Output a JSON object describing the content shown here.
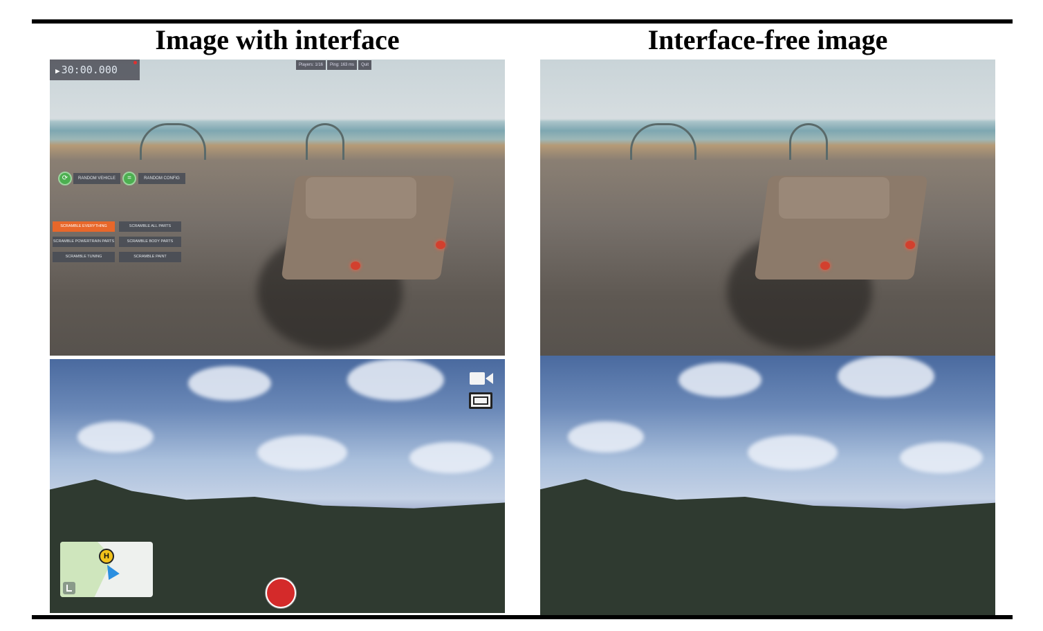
{
  "headers": {
    "left": "Image with interface",
    "right": "Interface-free image"
  },
  "game_hud": {
    "timer": "30:00.000",
    "play_icon": "play-icon",
    "players": "Players: 1/16",
    "ping": "Ping: 163 ms",
    "quit": "Quit",
    "random_vehicle": "RANDOM VEHICLE",
    "random_config": "RANDOM CONFIG",
    "buttons": [
      "SCRAMBLE EVERYTHING",
      "SCRAMBLE ALL PARTS",
      "SCRAMBLE POWERTRAIN PARTS",
      "SCRAMBLE BODY PARTS",
      "SCRAMBLE TUNING",
      "SCRAMBLE PAINT"
    ],
    "active_button": "SCRAMBLE EVERYTHING",
    "accent_color": "#e8672a"
  },
  "drone_hud": {
    "camera_icon": "video-camera-icon",
    "screen_icon": "screen-frame-icon",
    "minimap_marker": "H",
    "record_color": "#d42a2a"
  }
}
